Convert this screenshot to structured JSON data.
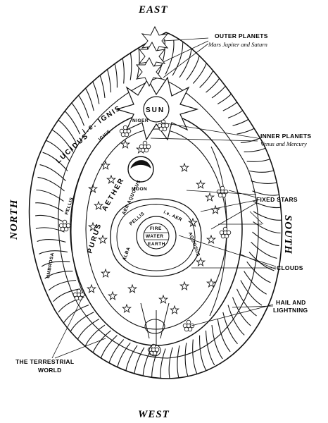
{
  "directions": {
    "east": "EAST",
    "west": "WEST",
    "north": "NORTH",
    "south": "SOUTH"
  },
  "callouts": {
    "outer_planets": {
      "title": "OUTER PLANETS",
      "subtitle": "Mars Jupiter and Saturn"
    },
    "inner_planets": {
      "title": "INNER PLANETS",
      "subtitle": "Venus and Mercury"
    },
    "fixed_stars": "FIXED STARS",
    "clouds": "CLOUDS",
    "hail_line1": "HAIL AND",
    "hail_line2": "LIGHTNING",
    "terrestrial_line1": "THE TERRESTRIAL",
    "terrestrial_line2": "WORLD"
  },
  "ring_labels": {
    "lucidus": "LUCIDUS",
    "ignis_ie": "i.e. IGNIS",
    "ignis": "IGNIS",
    "niger": "NIGER",
    "sun": "SUN",
    "moon": "MOON",
    "purus": "PURUS",
    "aether": "AETHER",
    "pellis_left": "PELLIS",
    "umbrosa": "UMBROSA",
    "alba": "ALBA",
    "pellis_inner": "PELLIS",
    "ie_aer": "i.e. AER",
    "aer_aquosus": "AER AQUOSUS",
    "aquosus": "AQUOSUS",
    "fire": "FIRE",
    "water": "WATER",
    "earth": "EARTH"
  }
}
